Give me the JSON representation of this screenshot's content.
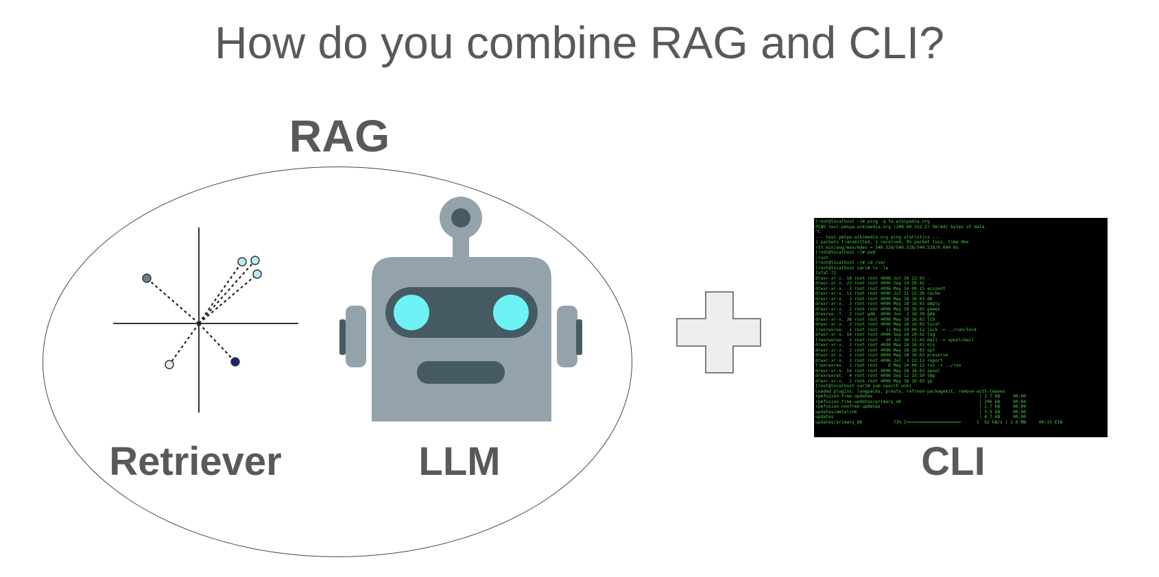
{
  "title": "How do you combine RAG and CLI?",
  "rag_label": "RAG",
  "labels": {
    "retriever": "Retriever",
    "llm": "LLM",
    "cli": "CLI"
  },
  "icons": {
    "retriever": "vector-embedding-plot-icon",
    "llm": "robot-icon",
    "combine": "plus-icon",
    "cli": "terminal-screenshot"
  },
  "colors": {
    "text": "#595959",
    "robot_body": "#94a3ab",
    "robot_dark": "#465a63",
    "robot_eyes": "#6ef3f5",
    "terminal_bg": "#000000",
    "terminal_text": "#4cd14c",
    "plus_fill": "#eeeeee"
  },
  "terminal_lines": [
    "[root@localhost ~]# ping -q fa.wikipedia.org",
    "PING text.pmtpa.wikimedia.org (208.80.152.2) 56(84) bytes of data.",
    "^C",
    "--- text.pmtpa.wikimedia.org ping statistics ---",
    "1 packets transmitted, 1 received, 0% packet loss, time 0ms",
    "rtt min/avg/max/mdev = 540.528/540.528/540.528/0.000 ms",
    "[root@localhost ~]# pwd",
    "/root",
    "[root@localhost ~]# cd /var",
    "[root@localhost var]# ls -la",
    "total 72",
    "drwxr-xr-x. 18 root root 4096 Jul 30 22:43 .",
    "drwxr-xr-x. 23 root root 4096 Sep 14 20:42 ..",
    "drwxr-xr-x.  2 root root 4096 May 14 00:15 account",
    "drwxr-xr-x. 11 root root 4096 Jul 31 22:26 cache",
    "drwxr-xr-x.  3 root root 4096 May 18 16:03 db",
    "drwxr-xr-x.  3 root root 4096 May 18 16:03 empty",
    "drwxr-xr-x.  2 root root 4096 May 18 16:03 games",
    "drwxrwx--T.  2 root gdm  4096 Jun  2 18:39 gdm",
    "drwxr-xr-x. 38 root root 4096 May 18 16:03 lib",
    "drwxr-xr-x.  2 root root 4096 May 18 16:03 local",
    "lrwxrwxrwx.  1 root root   11 May 14 00:12 lock -> ../run/lock",
    "drwxr-xr-x. 14 root root 4096 Sep 14 20:42 log",
    "lrwxrwxrwx.  1 root root   10 Jul 30 22:43 mail -> spool/mail",
    "drwxr-xr-x.  2 root root 4096 May 18 16:03 nis",
    "drwxr-xr-x.  2 root root 4096 May 18 16:03 opt",
    "drwxr-xr-x.  2 root root 4096 May 18 16:03 preserve",
    "drwxr-xr-x.  2 root root 4096 Jul  1 22:11 report",
    "lrwxrwxrwx.  1 root root    6 May 14 00:12 run -> ../run",
    "drwxr-xr-x. 14 root root 4096 May 18 16:03 spool",
    "drwxrwxrwt.  4 root root 4096 Sep 12 23:50 tmp",
    "drwxr-xr-x.  2 root root 4096 May 18 16:03 yp",
    "[root@localhost var]# yum search wiki",
    "Loaded plugins: langpacks, presto, refresh-packagekit, remove-with-leaves",
    "rpmfusion-free-updates                                         | 2.7 kB     00:00",
    "rpmfusion-free-updates/primary_db                              | 206 kB     00:04",
    "rpmfusion-nonfree-updates                                      | 2.7 kB     00:00",
    "updates/metalink                                               | 5.9 kB     00:00",
    "updates                                                        | 4.7 kB     00:00",
    "updates/primary_db            73% [=====================      ]  62 kB/s | 2.6 MB     00:15 ETA"
  ]
}
